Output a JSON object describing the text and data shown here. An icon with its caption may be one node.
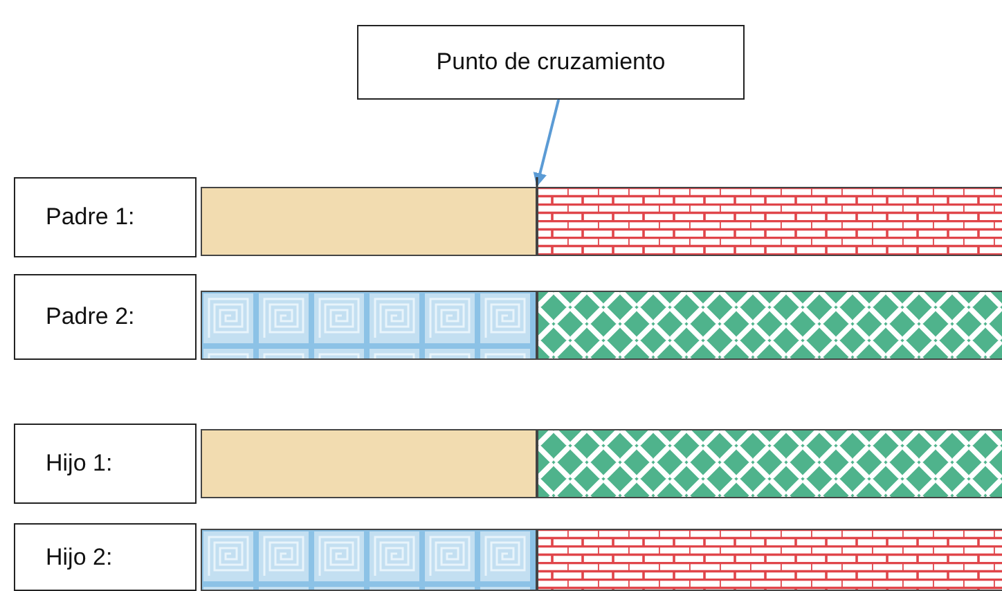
{
  "diagram": {
    "nodes": [
      {
        "text": [
          "Punto de cruzamiento"
        ]
      },
      {
        "text": [
          "Padre 1:"
        ]
      },
      {
        "text": [],
        "shape": "bar"
      },
      {
        "text": [],
        "shape": "bar"
      },
      {
        "text": [
          "Padre 2:"
        ]
      },
      {
        "text": [],
        "shape": "bar"
      },
      {
        "text": [],
        "shape": "bar"
      },
      {
        "text": [
          "Hijo 1:"
        ]
      },
      {
        "text": [],
        "shape": "bar"
      },
      {
        "text": [],
        "shape": "bar"
      },
      {
        "text": [
          "Hijo 2:"
        ]
      },
      {
        "text": [],
        "shape": "bar"
      },
      {
        "text": [],
        "shape": "bar"
      }
    ],
    "edges": [
      {
        "from": 0,
        "to": 2,
        "arrow": "to"
      }
    ]
  }
}
